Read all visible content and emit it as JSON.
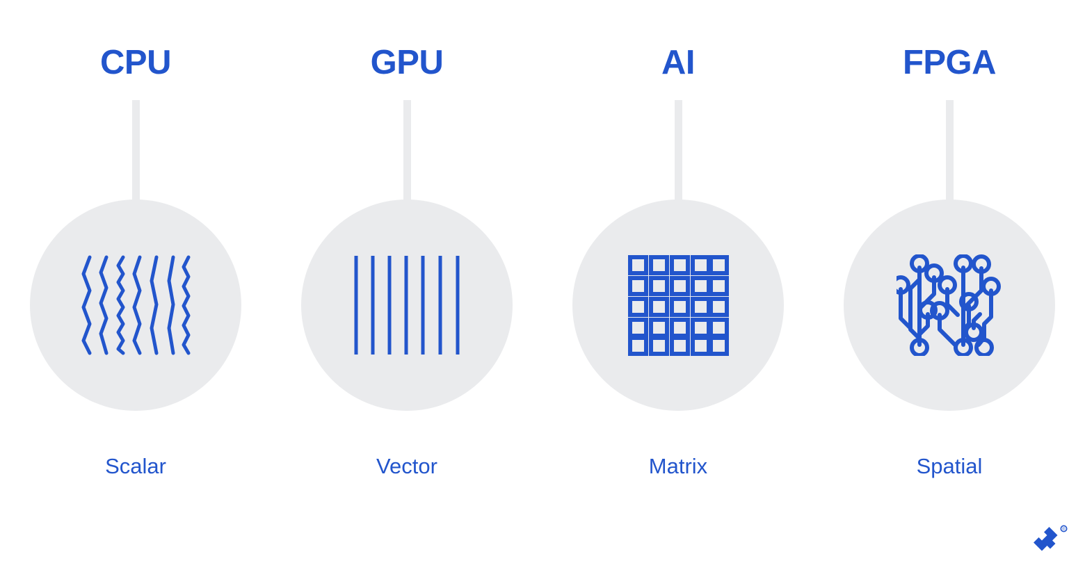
{
  "theme": {
    "background": "#ffffff",
    "accent_blue": "#2255cc",
    "bubble_grey": "#eaebed"
  },
  "columns": [
    {
      "title": "CPU",
      "caption": "Scalar",
      "icon": "wavy-lines-icon",
      "icon_description": "seven vertical wavy zigzag lines"
    },
    {
      "title": "GPU",
      "caption": "Vector",
      "icon": "vertical-lines-icon",
      "icon_description": "seven straight vertical parallel lines"
    },
    {
      "title": "AI",
      "caption": "Matrix",
      "icon": "grid-squares-icon",
      "icon_description": "five by five grid of hollow squares"
    },
    {
      "title": "FPGA",
      "caption": "Spatial",
      "icon": "circuit-board-icon",
      "icon_description": "circuit board traces with node terminals"
    }
  ],
  "brand": {
    "logo_name": "toptal-logo",
    "trademark": "®"
  }
}
